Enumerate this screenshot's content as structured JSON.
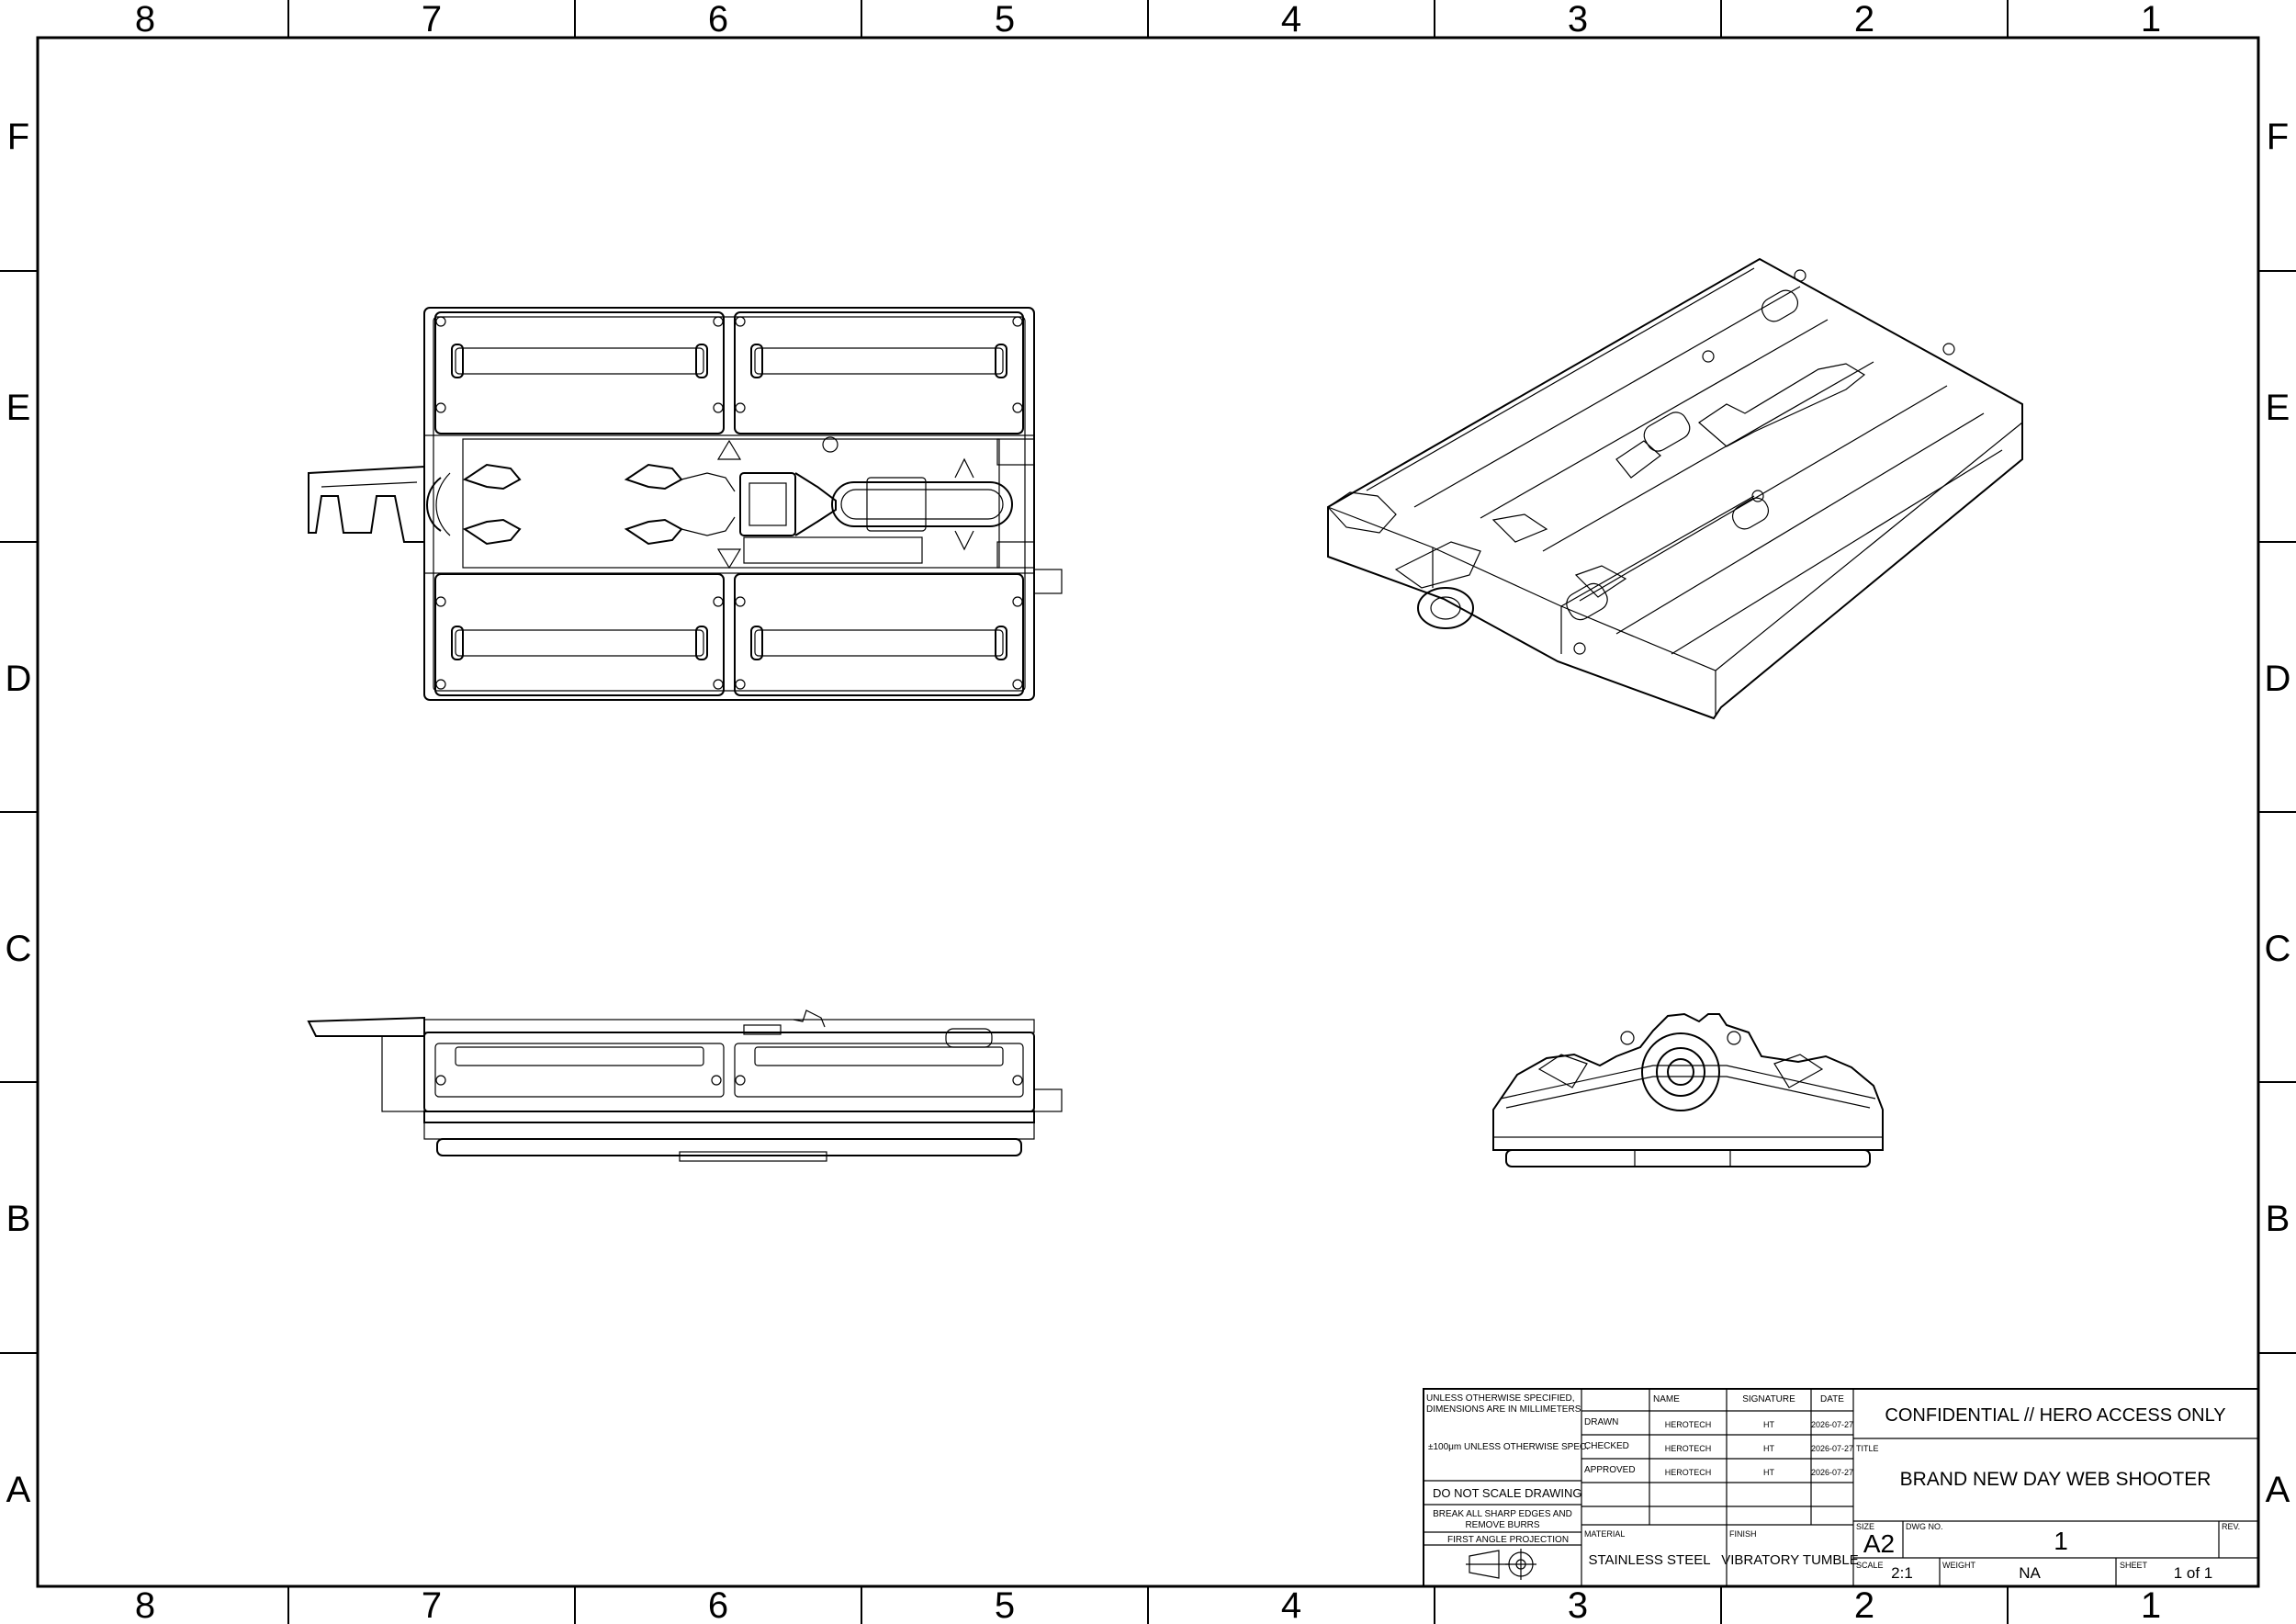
{
  "zones": {
    "columns": [
      "8",
      "7",
      "6",
      "5",
      "4",
      "3",
      "2",
      "1"
    ],
    "rows": [
      "F",
      "E",
      "D",
      "C",
      "B",
      "A"
    ]
  },
  "title_block": {
    "notes": {
      "general_line1": "UNLESS OTHERWISE SPECIFIED,",
      "general_line2": "DIMENSIONS ARE IN MILLIMETERS",
      "tolerance": "±100μm UNLESS OTHERWISE SPEC.",
      "do_not_scale": "DO NOT SCALE DRAWING",
      "burrs_line1": "BREAK ALL SHARP EDGES AND",
      "burrs_line2": "REMOVE BURRS",
      "projection": "FIRST ANGLE PROJECTION"
    },
    "headers": {
      "name": "NAME",
      "signature": "SIGNATURE",
      "date": "DATE"
    },
    "rows": [
      {
        "role": "DRAWN",
        "name": "HEROTECH",
        "signature": "HT",
        "date": "2026-07-27"
      },
      {
        "role": "CHECKED",
        "name": "HEROTECH",
        "signature": "HT",
        "date": "2026-07-27"
      },
      {
        "role": "APPROVED",
        "name": "HEROTECH",
        "signature": "HT",
        "date": "2026-07-27"
      }
    ],
    "material_label": "MATERIAL",
    "material": "STAINLESS STEEL",
    "finish_label": "FINISH",
    "finish": "VIBRATORY TUMBLE",
    "company": "CONFIDENTIAL // HERO ACCESS ONLY",
    "title_label": "TITLE",
    "title": "BRAND NEW DAY WEB SHOOTER",
    "size_label": "SIZE",
    "size": "A2",
    "dwg_no_label": "DWG NO.",
    "dwg_no": "1",
    "rev_label": "REV.",
    "scale_label": "SCALE",
    "scale": "2:1",
    "weight_label": "WEIGHT",
    "weight": "NA",
    "sheet_label": "SHEET",
    "sheet": "1 of 1"
  }
}
